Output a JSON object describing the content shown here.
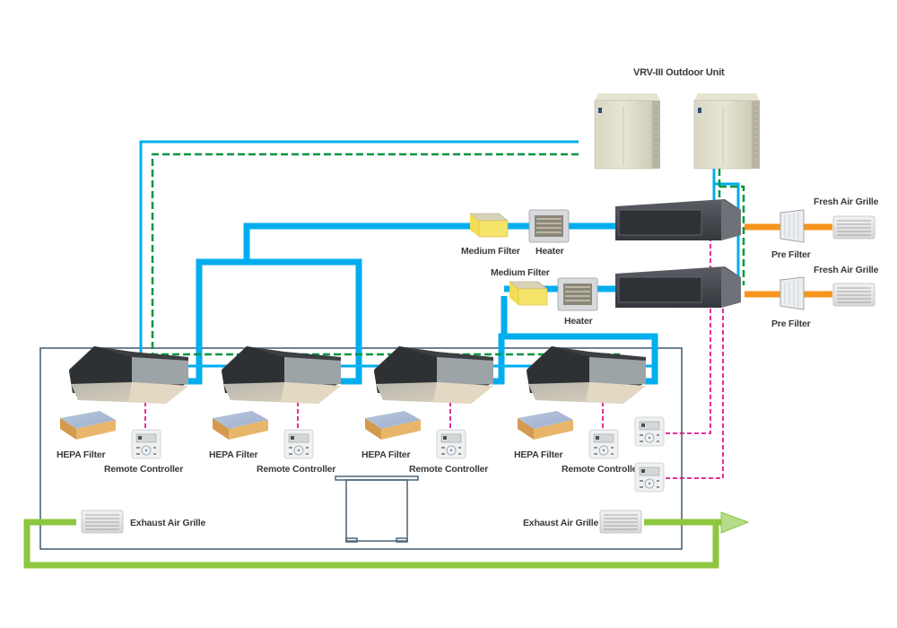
{
  "title": "VRV-III Outdoor Unit",
  "colors": {
    "refrigerant_pipe": "#00aeef",
    "control_wiring": "#00963f",
    "remote_wiring": "#e6168c",
    "fresh_air_duct": "#f7941d",
    "exhaust_duct": "#8dc63f",
    "exhaust_arrow": "#b5dc8a",
    "room_outline": "#4a6478"
  },
  "outdoor_units": [
    {
      "label": "VRV-III Outdoor Unit"
    }
  ],
  "fresh_air_lines": [
    {
      "medium_filter": "Medium Filter",
      "heater": "Heater",
      "pre_filter": "Pre Filter",
      "fresh_air_grille": "Fresh Air Grille"
    },
    {
      "medium_filter": "Medium Filter",
      "heater": "Heater",
      "pre_filter": "Pre Filter",
      "fresh_air_grille": "Fresh Air Grille"
    }
  ],
  "indoor_units": [
    {
      "hepa_filter": "HEPA Filter",
      "remote_controller": "Remote Controller"
    },
    {
      "hepa_filter": "HEPA Filter",
      "remote_controller": "Remote Controller"
    },
    {
      "hepa_filter": "HEPA Filter",
      "remote_controller": "Remote Controller"
    },
    {
      "hepa_filter": "HEPA Filter",
      "remote_controller": "Remote Controller"
    }
  ],
  "exhaust": [
    {
      "label": "Exhaust Air Grille"
    },
    {
      "label": "Exhaust Air Grille"
    }
  ]
}
